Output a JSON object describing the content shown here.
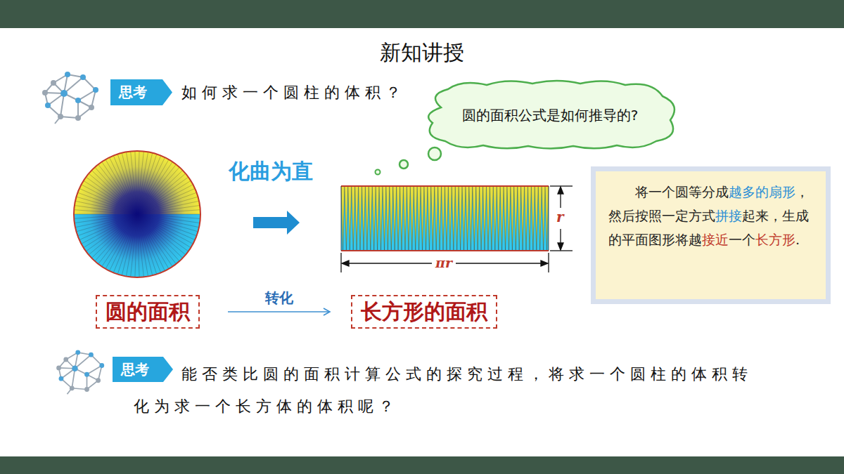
{
  "diagram": {
    "title": "新知讲授",
    "nodes": [
      {
        "text": [
          "思考"
        ]
      },
      {
        "text": [
          "圆的面积公式是如何推导的?"
        ]
      },
      {
        "text": [
          "将一个圆等分成",
          "越多的扇形",
          "， 然后按照一定方式",
          "拼接",
          "起来，生成的平面图形将越",
          "接近",
          "一个",
          "长方形",
          "."
        ]
      },
      {
        "text": [
          "圆的面积"
        ]
      },
      {
        "text": [
          "长方形的面积"
        ]
      },
      {
        "text": [
          "思考"
        ]
      }
    ],
    "edges": [
      {
        "from": 3,
        "to": 4,
        "label": "转化",
        "arrow": "to"
      }
    ],
    "labels": [
      "如何求一个圆柱的体积？",
      "化曲为直",
      "r",
      "πr",
      "能否类比圆的面积计算公式的探究过程，将求一个圆柱的体积转化为求一个长方体的体积呢？"
    ]
  }
}
